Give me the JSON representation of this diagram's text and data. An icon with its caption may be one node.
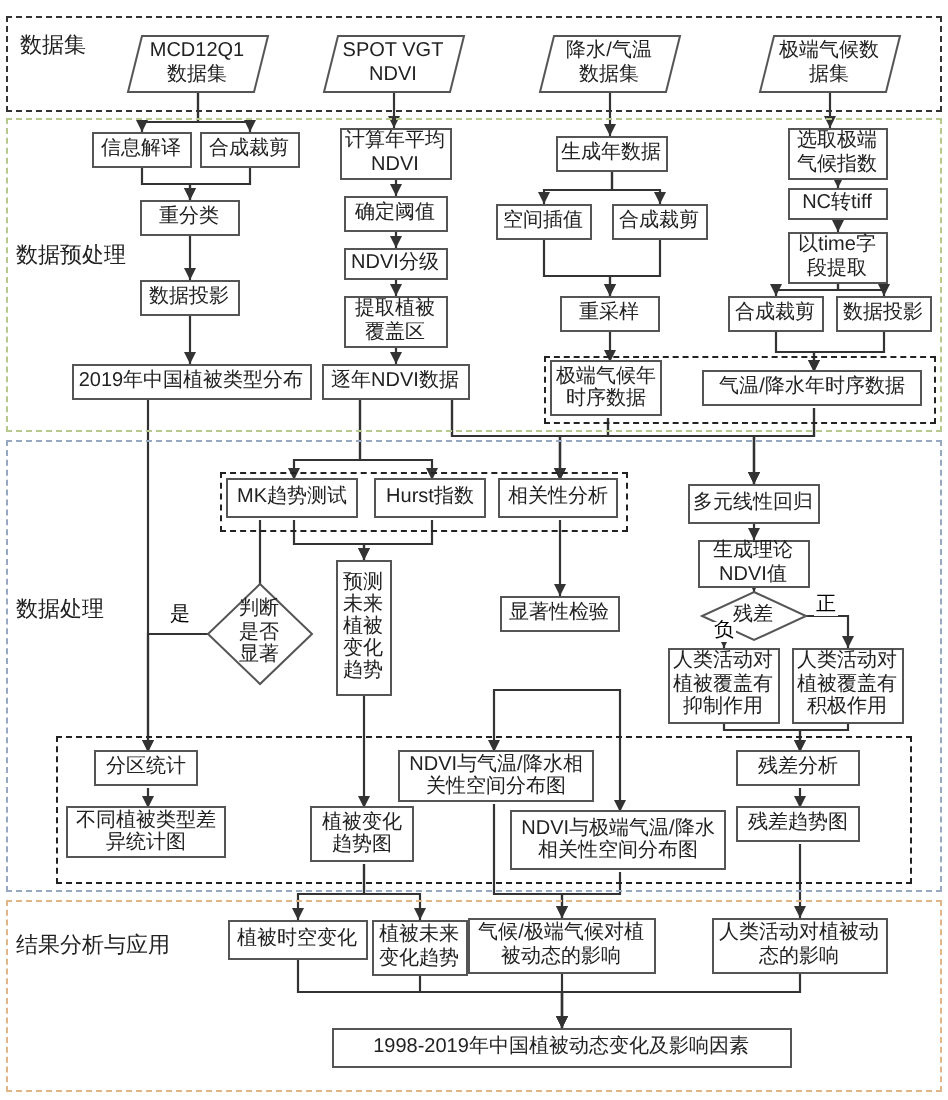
{
  "diagram": {
    "nodes": [
      {
        "text": [
          "数据集"
        ]
      },
      {
        "text": [
          "数据预处理"
        ]
      },
      {
        "text": [
          "数据处理"
        ]
      },
      {
        "text": [
          "结果分析与应用"
        ]
      },
      {
        "text": [
          "MCD12Q1 数据集"
        ],
        "in": 0
      },
      {
        "text": [
          "SPOT VGT NDVI"
        ],
        "in": 0
      },
      {
        "text": [
          "降水/气温数据集"
        ],
        "in": 0
      },
      {
        "text": [
          "极端气候数据集"
        ],
        "in": 0
      },
      {
        "text": [
          "信息解译"
        ],
        "in": 1
      },
      {
        "text": [
          "合成裁剪"
        ],
        "in": 1
      },
      {
        "text": [
          "重分类"
        ],
        "in": 1
      },
      {
        "text": [
          "数据投影"
        ],
        "in": 1
      },
      {
        "text": [
          "2019年中国植被类型分布"
        ],
        "in": 1
      },
      {
        "text": [
          "计算年平均NDVI"
        ],
        "in": 1
      },
      {
        "text": [
          "确定阈值"
        ],
        "in": 1
      },
      {
        "text": [
          "NDVI分级"
        ],
        "in": 1
      },
      {
        "text": [
          "提取植被覆盖区"
        ],
        "in": 1
      },
      {
        "text": [
          "逐年NDVI数据"
        ],
        "in": 1
      },
      {
        "text": [
          "生成年数据"
        ],
        "in": 1
      },
      {
        "text": [
          "空间插值"
        ],
        "in": 1
      },
      {
        "text": [
          "合成裁剪"
        ],
        "in": 1
      },
      {
        "text": [
          "重采样"
        ],
        "in": 1
      },
      {
        "text": [],
        "shape": "box",
        "in": 1
      },
      {
        "text": [
          "极端气候年时序数据"
        ],
        "in": 22
      },
      {
        "text": [
          "气温/降水年时序数据"
        ],
        "in": 22
      },
      {
        "text": [
          "选取极端气候指数"
        ],
        "in": 1
      },
      {
        "text": [
          "NC转tiff"
        ],
        "in": 1
      },
      {
        "text": [
          "以time字段提取"
        ],
        "in": 1
      },
      {
        "text": [
          "合成裁剪"
        ],
        "in": 1
      },
      {
        "text": [
          "数据投影"
        ],
        "in": 1
      },
      {
        "text": [],
        "shape": "box",
        "in": 2
      },
      {
        "text": [
          "MK趋势测试"
        ],
        "in": 30
      },
      {
        "text": [
          "Hurst指数"
        ],
        "in": 30
      },
      {
        "text": [
          "相关性分析"
        ],
        "in": 30
      },
      {
        "text": [
          "多元线性回归"
        ],
        "in": 2
      },
      {
        "text": [
          "生成理论NDVI值"
        ],
        "in": 2
      },
      {
        "text": [
          "残差"
        ],
        "in": 2
      },
      {
        "text": [
          "人类活动对植被覆盖有抑制作用"
        ],
        "in": 2
      },
      {
        "text": [
          "人类活动对植被覆盖有积极作用"
        ],
        "in": 2
      },
      {
        "text": [
          "判断是否显著"
        ],
        "in": 2
      },
      {
        "text": [
          "预测未来植被变化趋势"
        ],
        "in": 2
      },
      {
        "text": [
          "显著性检验"
        ],
        "in": 2
      },
      {
        "text": [],
        "shape": "box",
        "in": 2
      },
      {
        "text": [
          "分区统计"
        ],
        "in": 42
      },
      {
        "text": [
          "不同植被类型差异统计图"
        ],
        "in": 42
      },
      {
        "text": [
          "植被变化趋势图"
        ],
        "in": 42
      },
      {
        "text": [
          "NDVI与气温/降水相关性空间分布图"
        ],
        "in": 42
      },
      {
        "text": [
          "NDVI与极端气温/降水相关性空间分布图"
        ],
        "in": 42
      },
      {
        "text": [
          "残差分析"
        ],
        "in": 42
      },
      {
        "text": [
          "残差趋势图"
        ],
        "in": 42
      },
      {
        "text": [
          "植被时空变化"
        ],
        "in": 3
      },
      {
        "text": [
          "植被未来变化趋势"
        ],
        "in": 3
      },
      {
        "text": [
          "气候/极端气候对植被动态的影响"
        ],
        "in": 3
      },
      {
        "text": [
          "人类活动对植被动态的影响"
        ],
        "in": 3
      },
      {
        "text": [
          "1998-2019年中国植被动态变化及影响因素"
        ],
        "in": 3
      }
    ],
    "edges": [
      {
        "from": 4,
        "to": 8,
        "arrow": "to"
      },
      {
        "from": 4,
        "to": 9,
        "arrow": "to"
      },
      {
        "from": 8,
        "to": 10,
        "arrow": "to"
      },
      {
        "from": 9,
        "to": 10,
        "arrow": "to"
      },
      {
        "from": 10,
        "to": 11,
        "arrow": "to"
      },
      {
        "from": 11,
        "to": 12,
        "arrow": "to"
      },
      {
        "from": 5,
        "to": 13,
        "arrow": "to"
      },
      {
        "from": 13,
        "to": 14,
        "arrow": "to"
      },
      {
        "from": 14,
        "to": 15,
        "arrow": "to"
      },
      {
        "from": 15,
        "to": 16,
        "arrow": "to"
      },
      {
        "from": 16,
        "to": 17,
        "arrow": "to"
      },
      {
        "from": 6,
        "to": 18,
        "arrow": "to"
      },
      {
        "from": 18,
        "to": 19,
        "arrow": "to"
      },
      {
        "from": 18,
        "to": 20,
        "arrow": "to"
      },
      {
        "from": 19,
        "to": 21,
        "arrow": "to"
      },
      {
        "from": 20,
        "to": 21,
        "arrow": "to"
      },
      {
        "from": 21,
        "to": 23,
        "arrow": "to"
      },
      {
        "from": 7,
        "to": 25,
        "arrow": "to"
      },
      {
        "from": 25,
        "to": 26,
        "arrow": "to"
      },
      {
        "from": 26,
        "to": 27,
        "arrow": "to"
      },
      {
        "from": 27,
        "to": 28,
        "arrow": "to"
      },
      {
        "from": 27,
        "to": 29,
        "arrow": "to"
      },
      {
        "from": 28,
        "to": 24,
        "arrow": "to"
      },
      {
        "from": 29,
        "to": 24,
        "arrow": "to"
      },
      {
        "from": 12,
        "to": 43,
        "arrow": "to"
      },
      {
        "from": 17,
        "to": 31,
        "arrow": "to"
      },
      {
        "from": 17,
        "to": 32,
        "arrow": "to"
      },
      {
        "from": 17,
        "to": 33,
        "arrow": "to"
      },
      {
        "from": 17,
        "to": 34,
        "arrow": "to"
      },
      {
        "from": 23,
        "to": 33,
        "arrow": "to"
      },
      {
        "from": 23,
        "to": 34,
        "arrow": "to"
      },
      {
        "from": 24,
        "to": 33,
        "arrow": "to"
      },
      {
        "from": 24,
        "to": 34,
        "arrow": "to"
      },
      {
        "from": 31,
        "to": 39,
        "arrow": "none"
      },
      {
        "from": 31,
        "to": 40,
        "arrow": "to"
      },
      {
        "from": 32,
        "to": 40,
        "arrow": "to"
      },
      {
        "from": 33,
        "to": 41,
        "arrow": "to"
      },
      {
        "from": 34,
        "to": 35,
        "arrow": "to"
      },
      {
        "from": 35,
        "to": 36,
        "arrow": "to"
      },
      {
        "from": 36,
        "to": 37,
        "arrow": "to",
        "label": "负"
      },
      {
        "from": 36,
        "to": 38,
        "arrow": "to",
        "label": "正"
      },
      {
        "from": 39,
        "to": 43,
        "arrow": "to",
        "label": "是"
      },
      {
        "from": 37,
        "to": 48,
        "arrow": "to"
      },
      {
        "from": 38,
        "to": 48,
        "arrow": "to"
      },
      {
        "from": 40,
        "to": 45,
        "arrow": "to"
      },
      {
        "from": 43,
        "to": 44,
        "arrow": "to"
      },
      {
        "from": 48,
        "to": 49,
        "arrow": "to"
      },
      {
        "from": 46,
        "to": 47,
        "arrow": "both"
      },
      {
        "from": 45,
        "to": 50,
        "arrow": "to"
      },
      {
        "from": 45,
        "to": 51,
        "arrow": "to"
      },
      {
        "from": 46,
        "to": 52,
        "arrow": "to"
      },
      {
        "from": 47,
        "to": 52,
        "arrow": "to"
      },
      {
        "from": 49,
        "to": 53,
        "arrow": "to"
      },
      {
        "from": 50,
        "to": 54,
        "arrow": "to"
      },
      {
        "from": 51,
        "to": 54,
        "arrow": "to"
      },
      {
        "from": 52,
        "to": 54,
        "arrow": "to"
      },
      {
        "from": 53,
        "to": 54,
        "arrow": "to"
      }
    ]
  }
}
